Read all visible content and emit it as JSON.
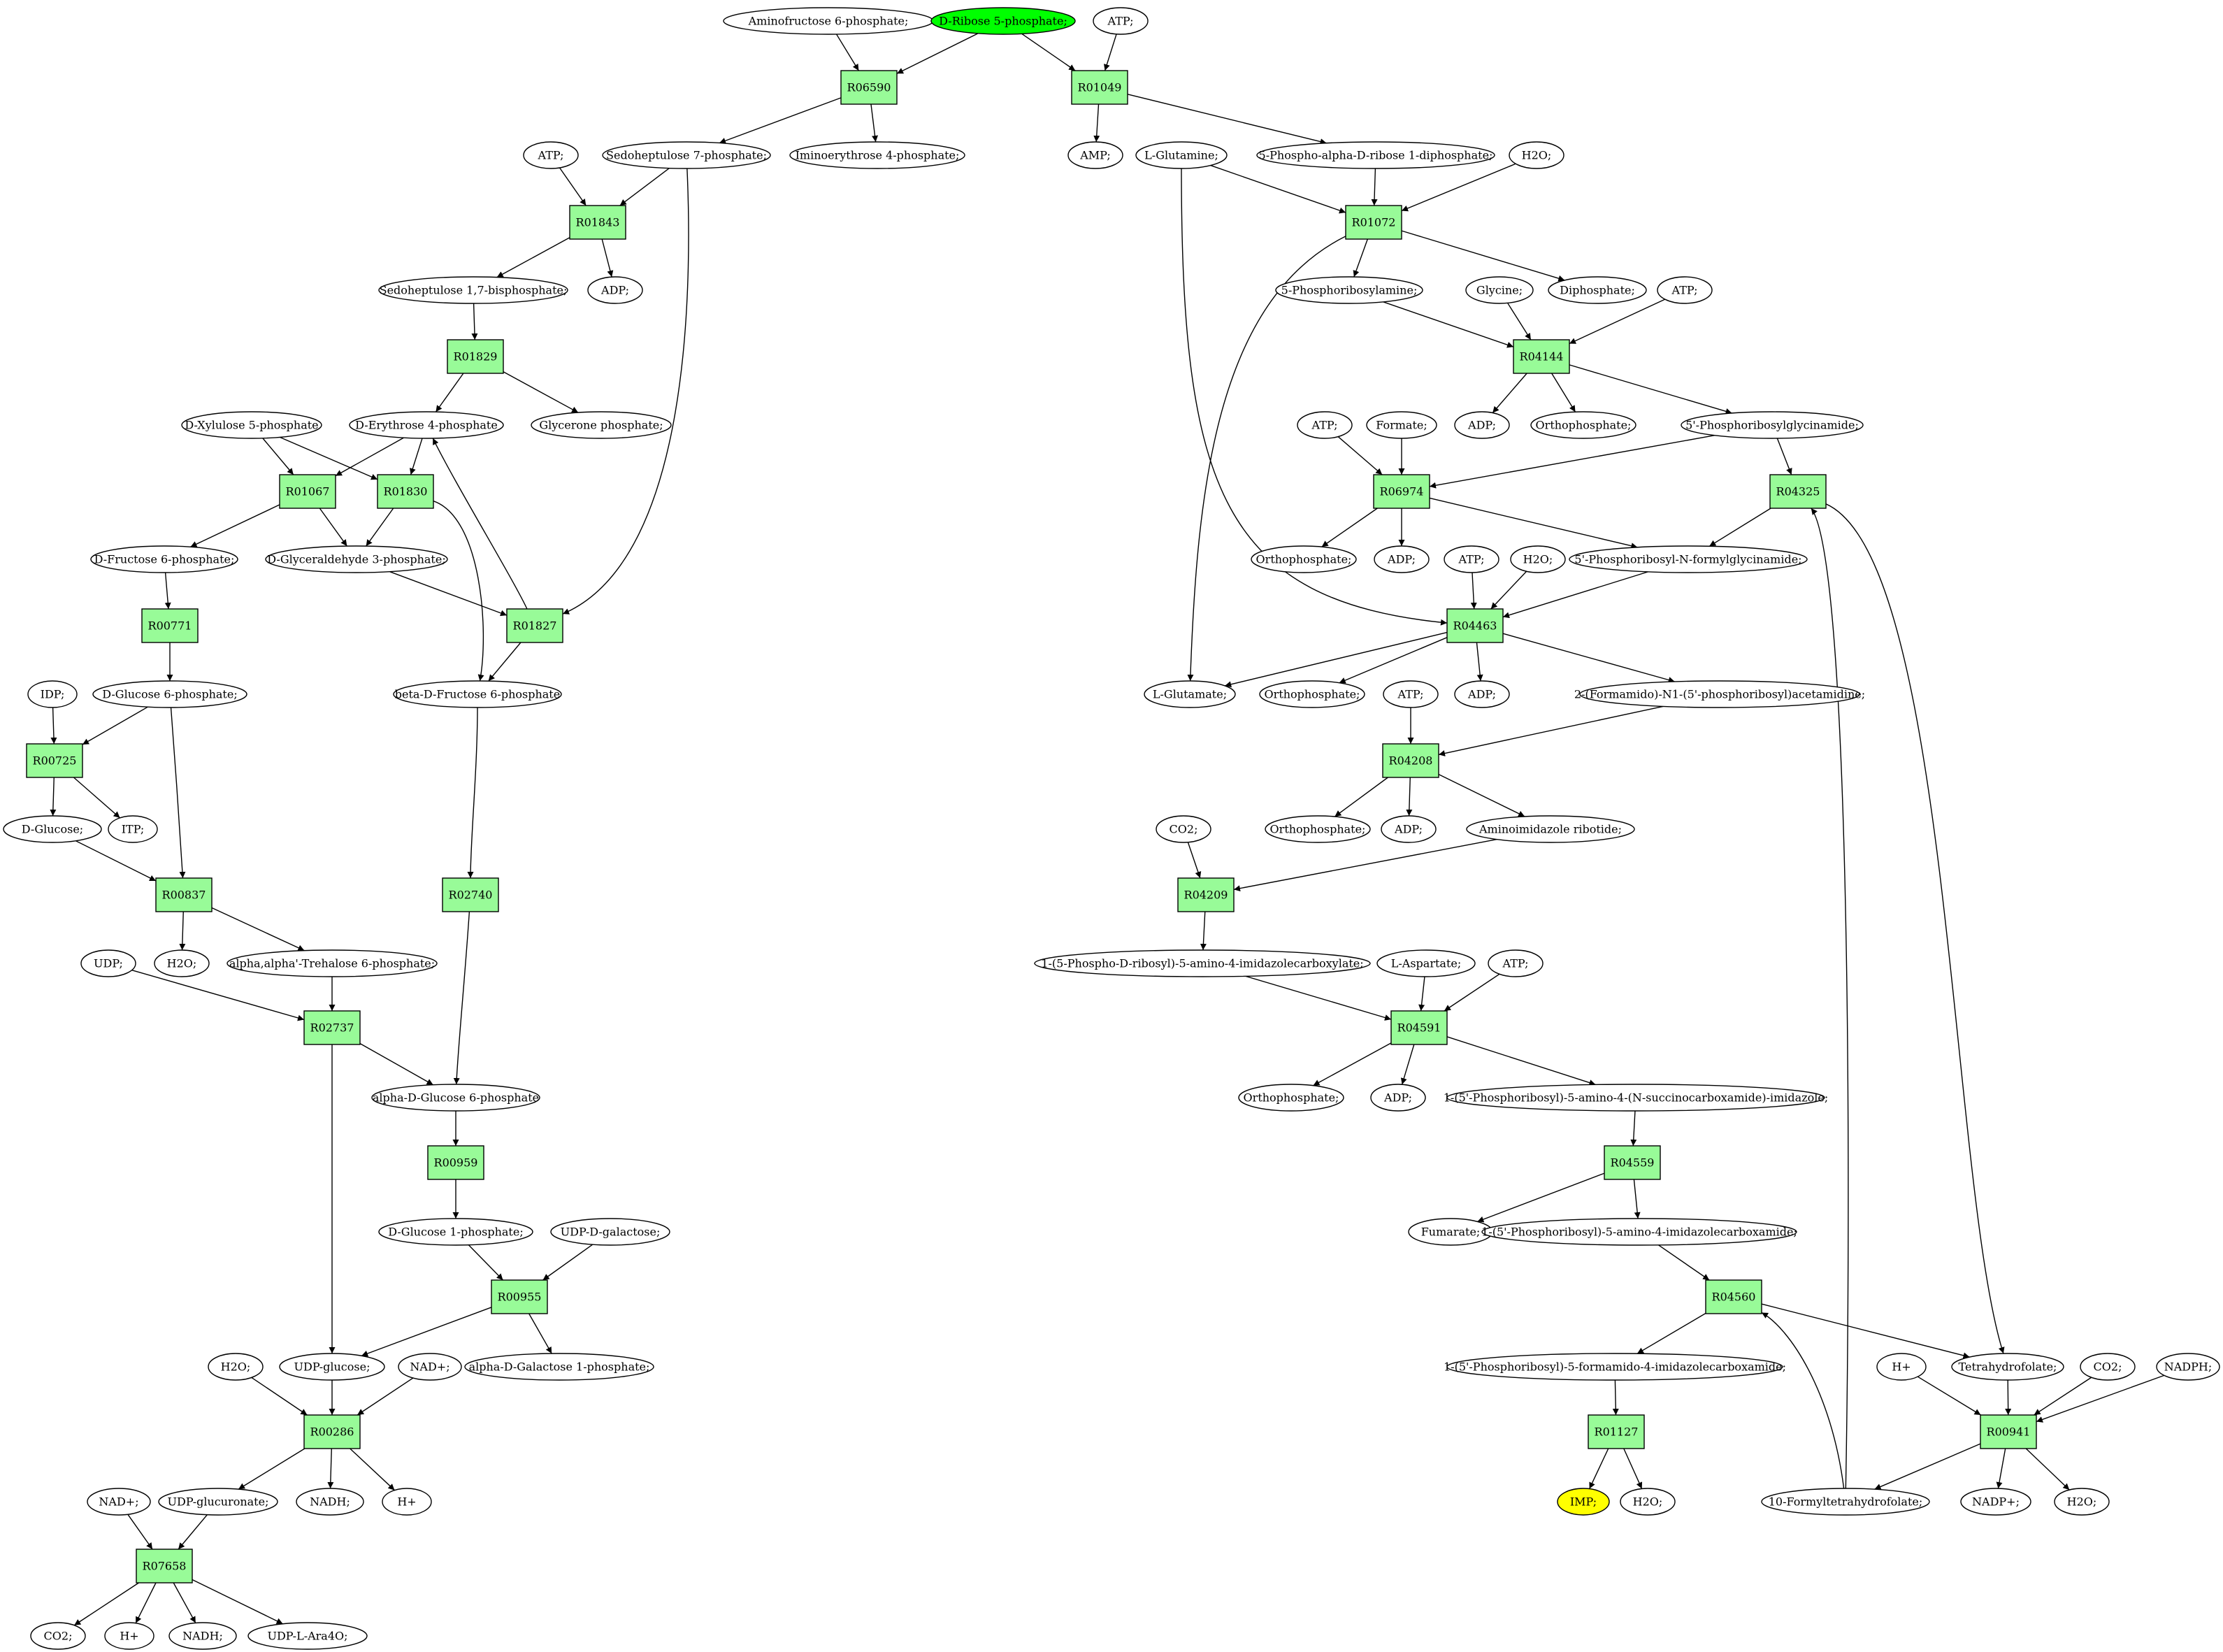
{
  "colors": {
    "reaction_fill": "#98fb98",
    "start_fill": "#00ff00",
    "target_fill": "#ffff00",
    "compound_fill": "#ffffff"
  },
  "reactions": [
    "R06590",
    "R01049",
    "R01843",
    "R01072",
    "R01829",
    "R04144",
    "R01067",
    "R01830",
    "R06974",
    "R04325",
    "R00771",
    "R01827",
    "R04463",
    "R00725",
    "R04208",
    "R00837",
    "R02740",
    "R04209",
    "R02737",
    "R04591",
    "R00959",
    "R04559",
    "R00955",
    "R04560",
    "R00286",
    "R01127",
    "R00941",
    "R07658"
  ],
  "compounds": {
    "aminofructose6p": "Aminofructose 6-phosphate;",
    "dribose5p": "D-Ribose 5-phosphate;",
    "atp": "ATP;",
    "sedoheptulose7p": "Sedoheptulose 7-phosphate;",
    "iminoerythrose4p": "Iminoerythrose 4-phosphate;",
    "amp": "AMP;",
    "lglutamine": "L-Glutamine;",
    "prpp": "5-Phospho-alpha-D-ribose 1-diphosphate;",
    "h2o": "H2O;",
    "sedoheptulose17bp": "Sedoheptulose 1,7-bisphosphate;",
    "adp": "ADP;",
    "phosphoribosylamine": "5-Phosphoribosylamine;",
    "glycine": "Glycine;",
    "diphosphate": "Diphosphate;",
    "dxylulose5p": "D-Xylulose 5-phosphate",
    "derythrose4p": "D-Erythrose 4-phosphate",
    "glycerone_p": "Glycerone phosphate;",
    "orthophosphate": "Orthophosphate;",
    "gar": "5'-Phosphoribosylglycinamide;",
    "formate": "Formate;",
    "dfructose6p": "D-Fructose 6-phosphate;",
    "dglyceraldehyde3p": "D-Glyceraldehyde 3-phosphate;",
    "fgar": "5'-Phosphoribosyl-N-formylglycinamide;",
    "idp": "IDP;",
    "dglucose6p": "D-Glucose 6-phosphate;",
    "bdfructose6p": "beta-D-Fructose 6-phosphate",
    "lglutamate": "L-Glutamate;",
    "fgam": "2-(Formamido)-N1-(5'-phosphoribosyl)acetamidine;",
    "dglucose": "D-Glucose;",
    "itp": "ITP;",
    "co2": "CO2;",
    "air": "Aminoimidazole ribotide;",
    "udp": "UDP;",
    "trehalose6p": "alpha,alpha'-Trehalose 6-phosphate;",
    "cair": "1-(5-Phospho-D-ribosyl)-5-amino-4-imidazolecarboxylate;",
    "laspartate": "L-Aspartate;",
    "adglucose6p": "alpha-D-Glucose 6-phosphate",
    "saicar": "1-(5'-Phosphoribosyl)-5-amino-4-(N-succinocarboxamide)-imidazole;",
    "dglucose1p": "D-Glucose 1-phosphate;",
    "udpdgalactose": "UDP-D-galactose;",
    "fumarate": "Fumarate;",
    "aicar": "1-(5'-Phosphoribosyl)-5-amino-4-imidazolecarboxamide;",
    "nadplus": "NAD+;",
    "udpglucose": "UDP-glucose;",
    "adgalactose1p": "alpha-D-Galactose 1-phosphate;",
    "faicar": "1-(5'-Phosphoribosyl)-5-formamido-4-imidazolecarboxamide;",
    "hplus": "H+",
    "thf": "Tetrahydrofolate;",
    "nadph": "NADPH;",
    "udpglucuronate": "UDP-glucuronate;",
    "nadh": "NADH;",
    "imp": "IMP;",
    "formylthf": "10-Formyltetrahydrofolate;",
    "nadpplus": "NADP+;",
    "udplara4o": "UDP-L-Ara4O;"
  }
}
